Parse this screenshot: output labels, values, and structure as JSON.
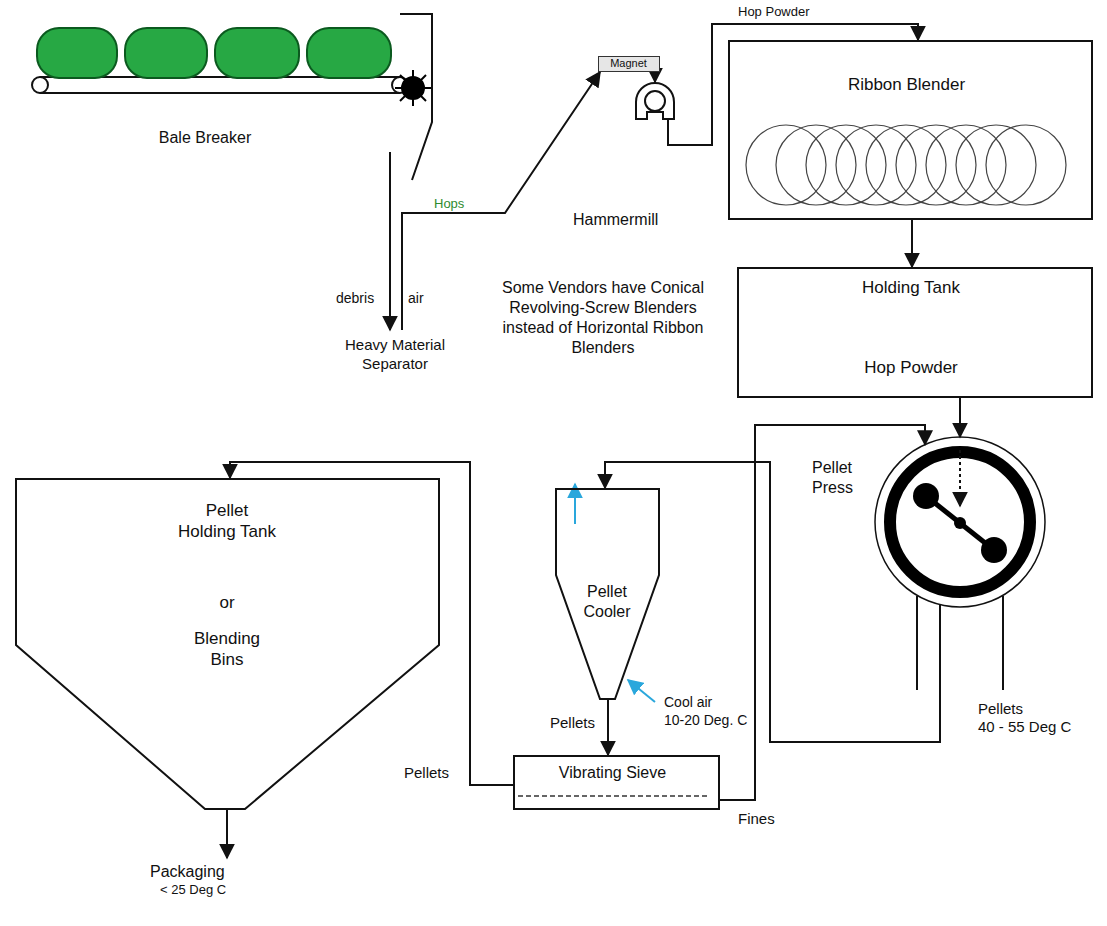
{
  "diagram": {
    "nodes": [
      {
        "text": [
          "Bale Breaker"
        ]
      },
      {
        "text": [
          "Heavy Material Separator"
        ]
      },
      {
        "text": [
          "Hammermill"
        ]
      },
      {
        "text": [
          "Magnet"
        ]
      },
      {
        "text": [
          "Ribbon Blender"
        ]
      },
      {
        "text": [
          "Holding Tank",
          "Hop Powder"
        ]
      },
      {
        "text": [
          "Pellet Press"
        ]
      },
      {
        "text": [
          "Pellet Cooler"
        ]
      },
      {
        "text": [
          "Vibrating Sieve"
        ]
      },
      {
        "text": [
          "Pellet Holding Tank",
          "or",
          "Blending Bins"
        ]
      }
    ],
    "edges": [
      {
        "from": 0,
        "to": 1,
        "arrow": "to"
      },
      {
        "from": 1,
        "to": 3,
        "label": "Hops",
        "arrow": "to"
      },
      {
        "from": 3,
        "to": 2,
        "arrow": "to"
      },
      {
        "from": 2,
        "to": 4,
        "label": "Hop Powder",
        "arrow": "to"
      },
      {
        "from": 4,
        "to": 5,
        "arrow": "to"
      },
      {
        "from": 5,
        "to": 6,
        "arrow": "to"
      },
      {
        "from": 6,
        "to": 7,
        "arrow": "to"
      },
      {
        "from": 7,
        "to": 8,
        "label": "Pellets",
        "arrow": "to"
      },
      {
        "from": 8,
        "to": 9,
        "label": "Pellets",
        "arrow": "to"
      },
      {
        "from": 8,
        "to": 6,
        "label": "Fines",
        "arrow": "to"
      }
    ],
    "labels": [
      "Some Vendors have Conical Revolving-Screw Blenders instead of Horizontal Ribbon Blenders",
      "debris",
      "air",
      "Cool air",
      "10-20 Deg. C",
      "Pellets",
      "40 - 55 Deg C",
      "Packaging",
      "< 25 Deg C"
    ]
  }
}
